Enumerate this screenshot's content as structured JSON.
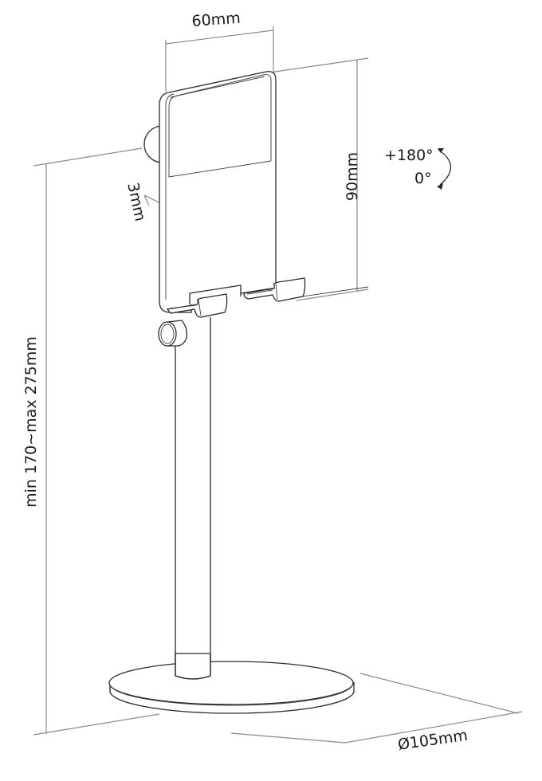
{
  "diagram": {
    "type": "product-dimension-drawing",
    "subject": "adjustable phone stand",
    "line_color": "#2a2a2a",
    "dimension_line_color": "#8a8a8a",
    "background": "#ffffff"
  },
  "dimensions": {
    "holder_width": "60mm",
    "holder_height": "90mm",
    "holder_thickness": "3mm",
    "stand_height": "min 170~max 275mm",
    "base_diameter": "Ø105mm"
  },
  "rotation": {
    "max": "+180°",
    "min": "0°",
    "arrow_icon": "curved-double-arrow"
  },
  "parts": [
    "phone-holder-plate",
    "rear-rotation-knob",
    "phone-support-hooks",
    "height-adjust-knob",
    "stand-pole",
    "round-base"
  ]
}
